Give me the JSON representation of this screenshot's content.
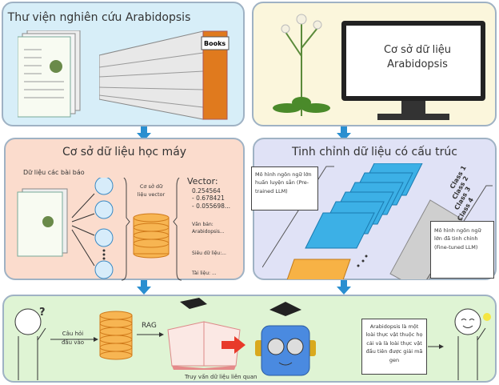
{
  "panel_library": {
    "title": "Thư viện nghiên cứu Arabidopsis",
    "books_label": "Books"
  },
  "panel_database": {
    "title_line1": "Cơ sở dữ liệu",
    "title_line2": "Arabidopsis"
  },
  "panel_ml": {
    "title": "Cơ sở dữ liệu học máy",
    "articles_label": "Dữ liệu các bài báo",
    "vector_db_label": "Cơ sở dữ liệu vector",
    "vector_title": "Vector:",
    "vector_values": [
      "0.254564",
      "- 0.678421",
      "- 0.055698..."
    ],
    "text_label": "Văn bản: Arabidopsis...",
    "metadata_label": "Siêu dữ liệu:...",
    "document_label": "Tài liệu: ..."
  },
  "panel_finetune": {
    "title": "Tinh chỉnh dữ liệu có cấu trúc",
    "pretrained_label": "Mô hình ngôn ngữ lớn huấn luyện sẵn (Pre-trained LLM)",
    "finetuned_label": "Mô hình ngôn ngữ lớn đã tinh chỉnh (Fine-tuned LLM)",
    "classes": [
      "Class 1",
      "Class 2",
      "Class 3",
      "Class 4"
    ]
  },
  "panel_rag": {
    "question_label": "Câu hỏi đầu vào",
    "rag_label": "RAG",
    "query_label": "Truy vấn dữ liệu liên quan",
    "answer": "Arabidopsis là một loài thực vật thuộc họ cải và là loài thực vật đầu tiên được giải mã gen"
  }
}
